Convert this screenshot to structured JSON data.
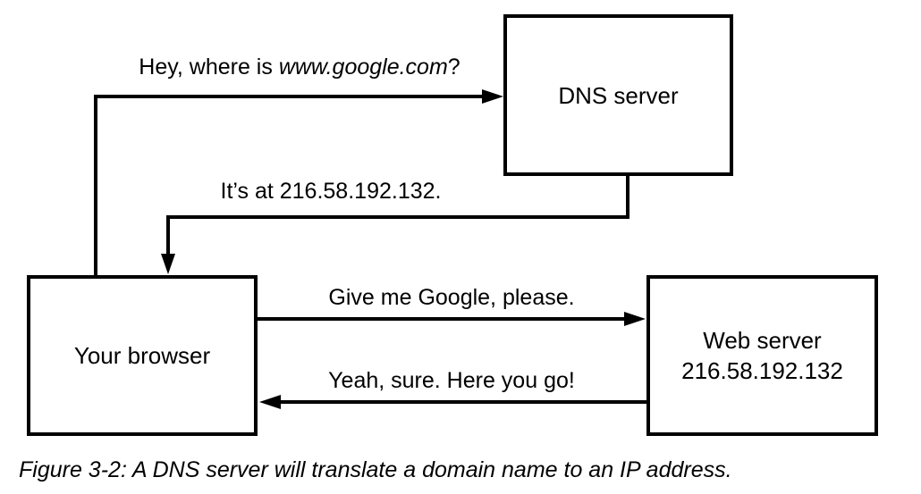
{
  "figure": {
    "boxes": {
      "dns_server": {
        "label": "DNS server"
      },
      "your_browser": {
        "label": "Your browser"
      },
      "web_server": {
        "line1": "Web server",
        "line2": "216.58.192.132"
      }
    },
    "messages": {
      "dns_query": {
        "prefix": "Hey, where is ",
        "domain": "www.google.com",
        "suffix": "?"
      },
      "dns_reply": "It’s at 216.58.192.132.",
      "web_request": "Give me Google, please.",
      "web_reply": "Yeah, sure. Here you go!"
    },
    "caption": "Figure 3-2: A DNS server will translate a domain name to an IP address."
  },
  "colors": {
    "ink": "#000000",
    "background": "#ffffff"
  }
}
